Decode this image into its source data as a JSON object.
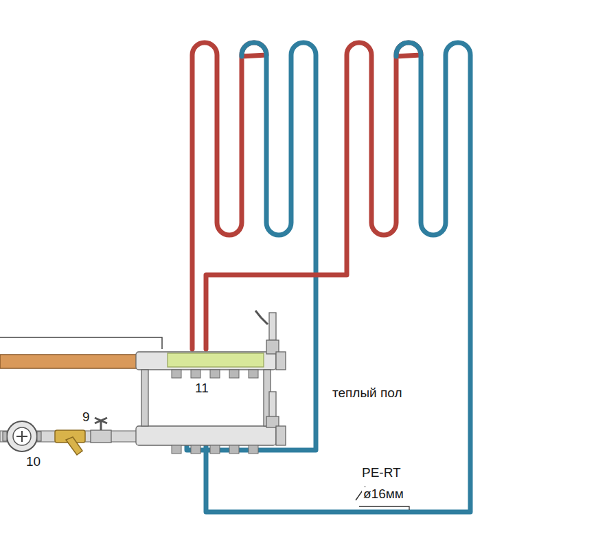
{
  "diagram": {
    "labels": [
      "11",
      "9",
      "10",
      "теплый пол",
      "PE-RT",
      "ø16мм"
    ]
  }
}
